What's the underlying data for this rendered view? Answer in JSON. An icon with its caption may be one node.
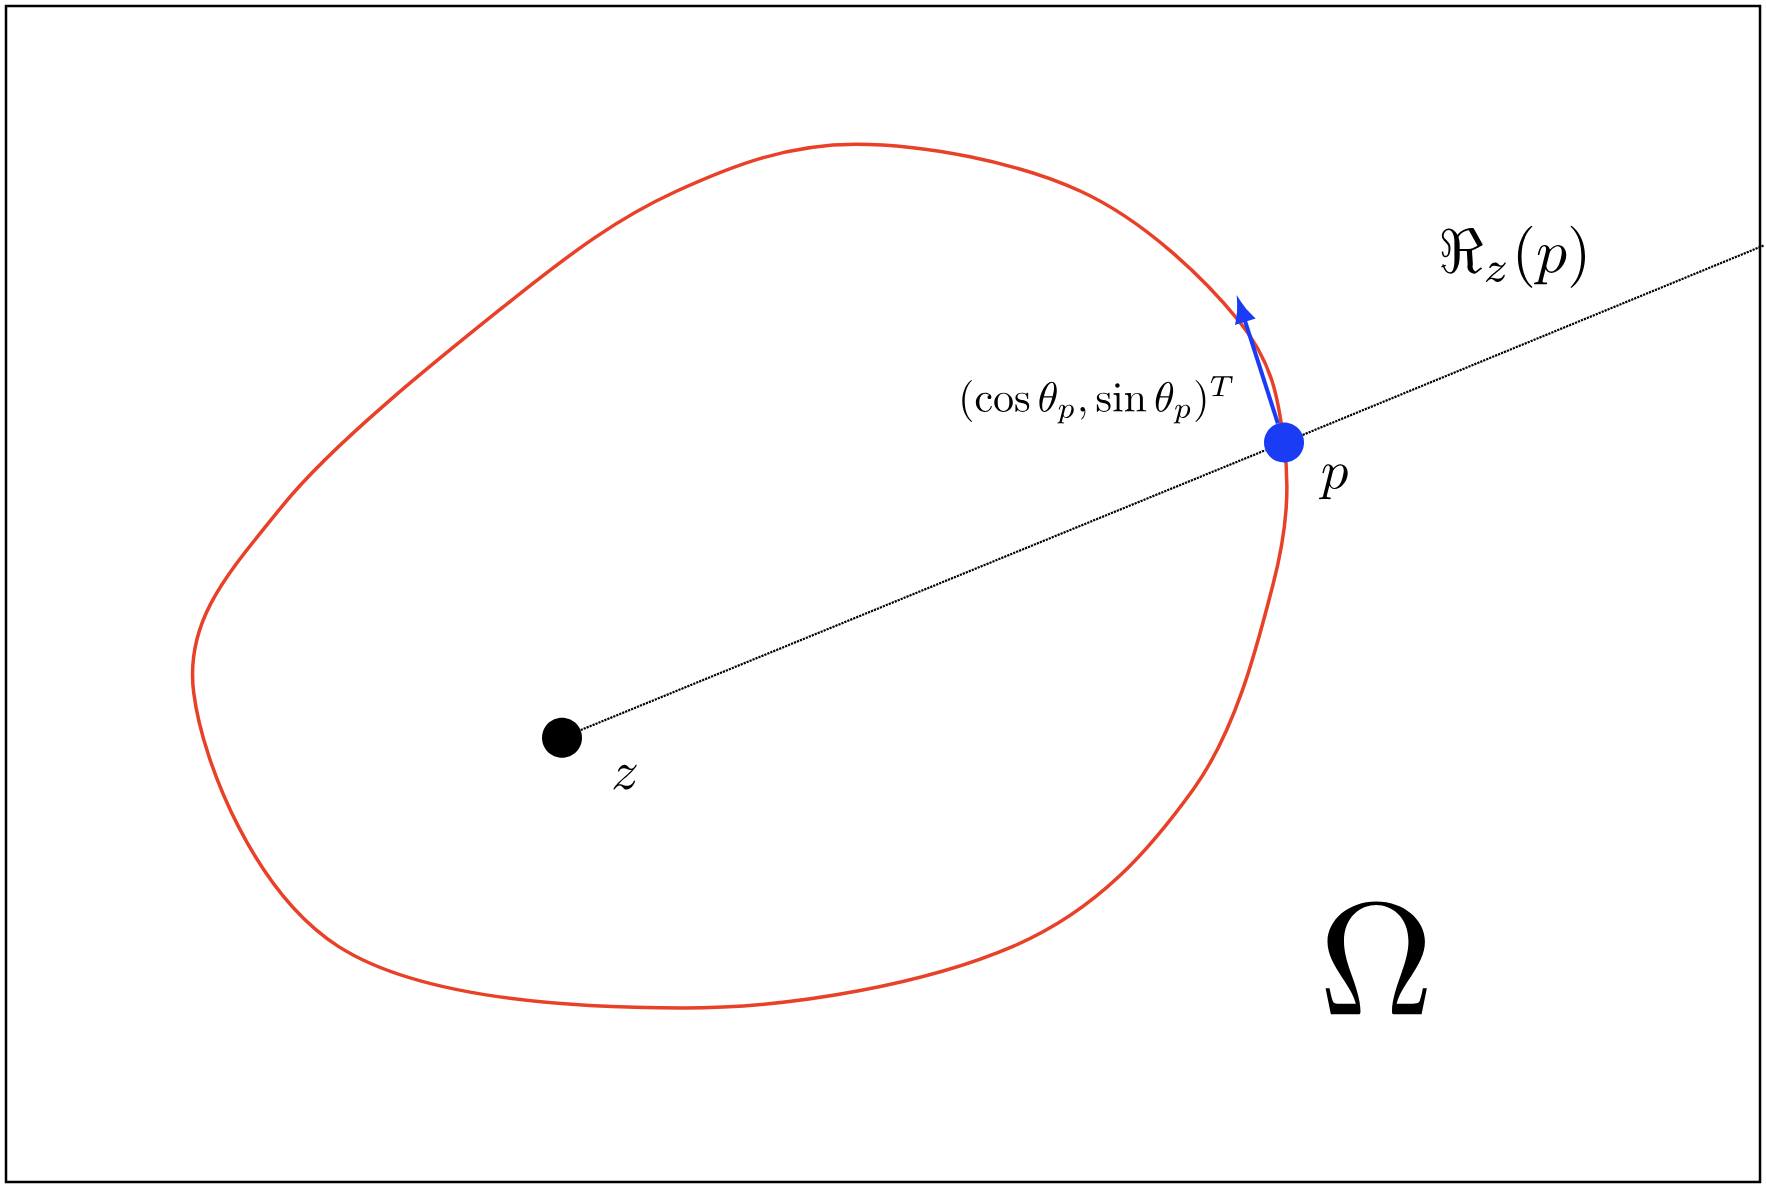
{
  "diagram": {
    "nodes": [
      {
        "text": [],
        "shape": "circle",
        "beside": [
          "z"
        ]
      },
      {
        "text": [],
        "shape": "circle",
        "beside": [
          "p"
        ]
      }
    ],
    "edges": [
      {
        "from": 0,
        "to": 1,
        "arrow": "none",
        "style": "dashed"
      },
      {
        "from": 1,
        "to": null,
        "arrow": "none",
        "style": "dashed",
        "label": "\\Re_z(p)"
      },
      {
        "from": 1,
        "to": null,
        "arrow": "to",
        "color": "#1a3cf5",
        "label": "(\\cos\\theta_p,\\sin\\theta_p)^T"
      }
    ],
    "labels": [
      "\\Omega"
    ]
  }
}
